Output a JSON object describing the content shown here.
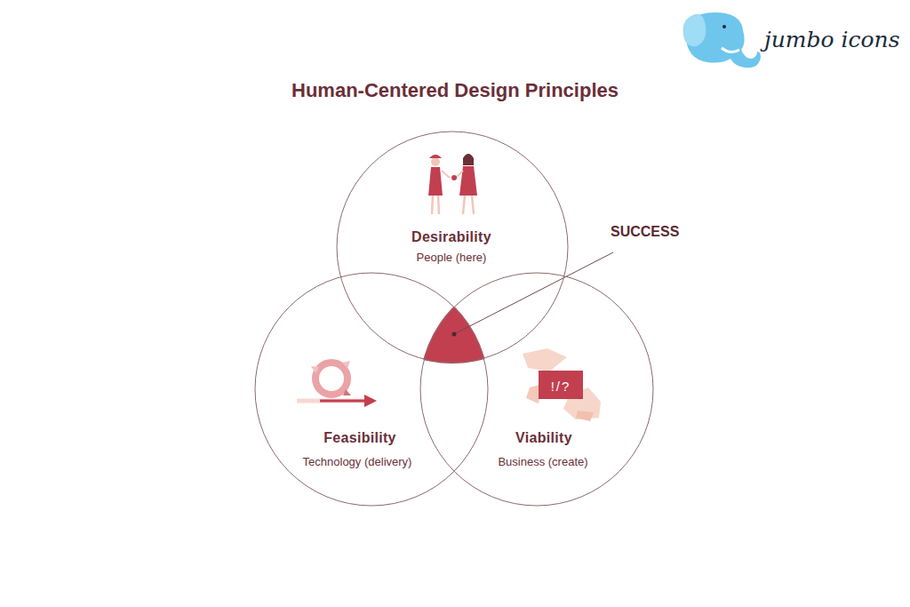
{
  "diagram": {
    "title": "Human-Centered Design Principles",
    "nodes": [
      {
        "text": [
          "Desirability",
          "People (here)"
        ]
      },
      {
        "text": [
          "Feasibility",
          "Technology (delivery)"
        ]
      },
      {
        "text": [
          "Viability",
          "Business (create)"
        ]
      }
    ],
    "labels": [
      "SUCCESS",
      "!/?",
      "jumbo icons"
    ]
  }
}
